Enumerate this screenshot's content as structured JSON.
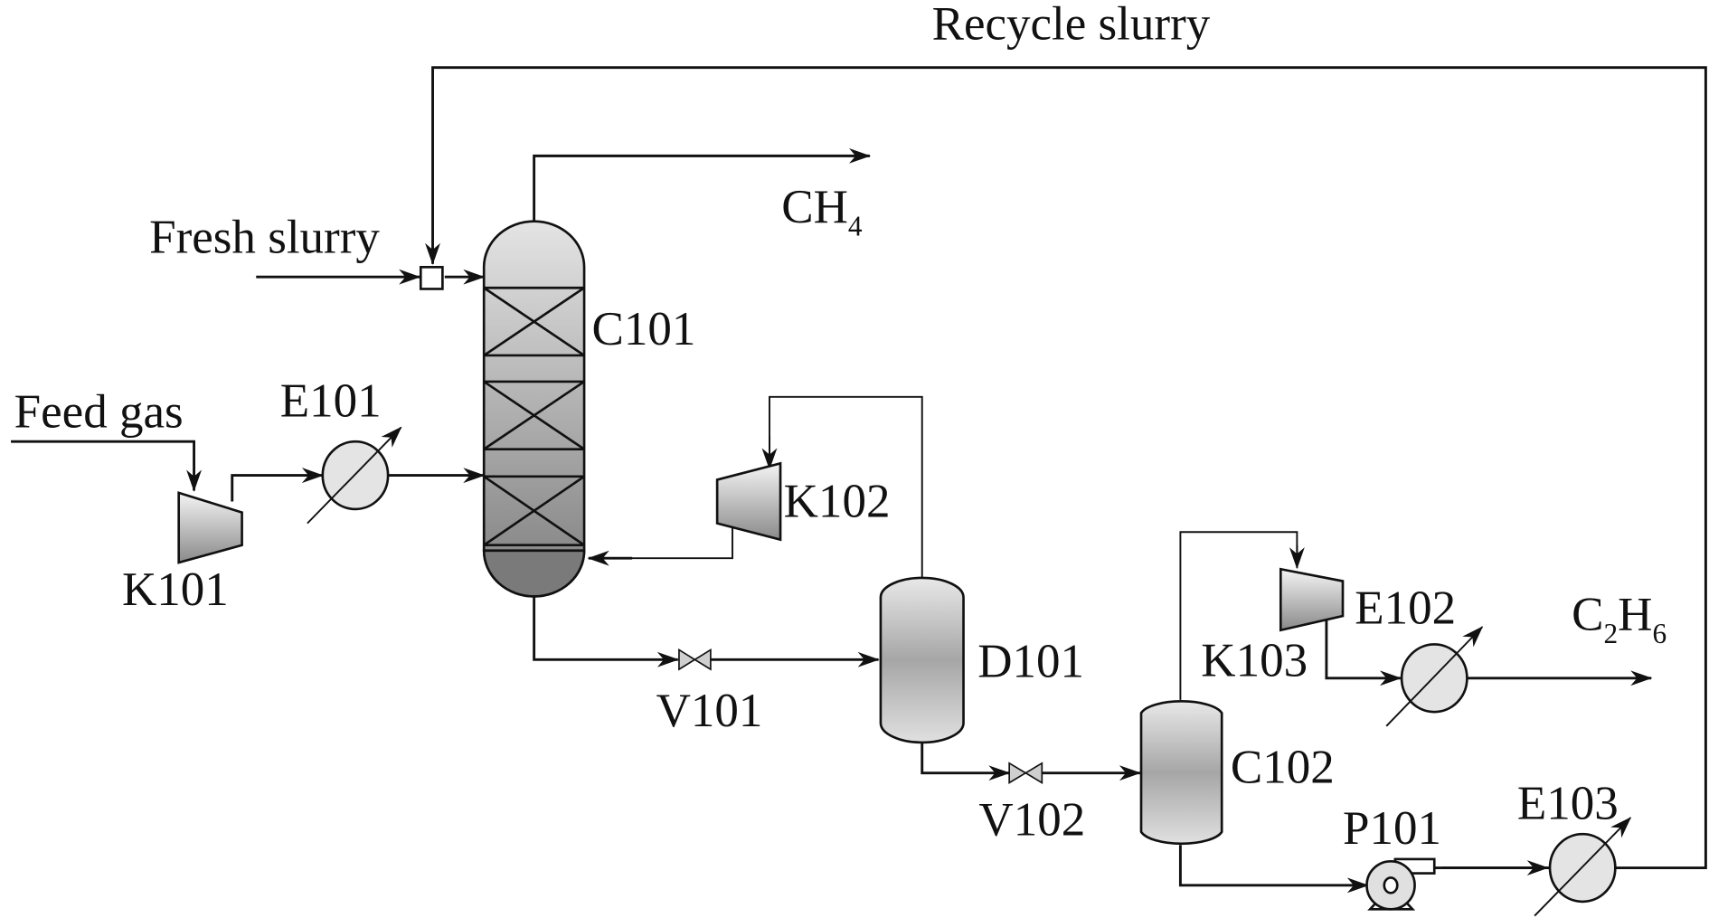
{
  "diagram": {
    "title": "Recycle slurry",
    "streams": {
      "recycle": "Recycle slurry",
      "fresh": "Fresh slurry",
      "feed": "Feed gas",
      "ch4": {
        "base": "CH",
        "sub": "4"
      },
      "c2h6": {
        "c": "C",
        "sub1": "2",
        "h": "H",
        "sub2": "6"
      }
    },
    "equipment": {
      "c101": "C101",
      "c102": "C102",
      "d101": "D101",
      "e101": "E101",
      "e102": "E102",
      "e103": "E103",
      "k101": "K101",
      "k102": "K102",
      "k103": "K103",
      "v101": "V101",
      "v102": "V102",
      "p101": "P101"
    },
    "colors": {
      "line": "#111111",
      "fill_light": "#e6e6e6",
      "fill_dark": "#8c8c8c"
    }
  }
}
